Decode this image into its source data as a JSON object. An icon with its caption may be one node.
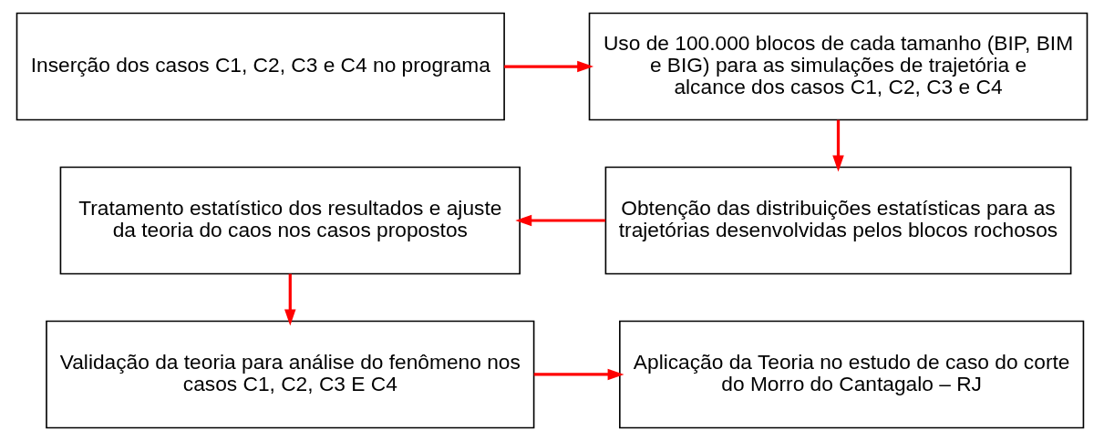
{
  "diagram": {
    "nodes": [
      {
        "text": [
          "Inserção dos casos C1, C2, C3 e C4 no programa"
        ]
      },
      {
        "text": [
          "Uso de 100.000 blocos de cada tamanho (BIP, BIM e BIG) para as simulações de trajetória e alcance dos casos C1, C2, C3 e C4"
        ]
      },
      {
        "text": [
          "Obtenção das distribuições estatísticas para as trajetórias desenvolvidas pelos blocos rochosos"
        ]
      },
      {
        "text": [
          "Tratamento estatístico dos resultados e ajuste da teoria do caos nos casos propostos"
        ]
      },
      {
        "text": [
          "Validação da teoria para análise do fenômeno nos casos C1, C2, C3 E C4"
        ]
      },
      {
        "text": [
          "Aplicação da Teoria no estudo de caso do corte do Morro do Cantagalo – RJ"
        ]
      }
    ],
    "edges": [
      {
        "from": 0,
        "to": 1,
        "arrow": "to",
        "color": "#ff0000"
      },
      {
        "from": 1,
        "to": 2,
        "arrow": "to",
        "color": "#ff0000"
      },
      {
        "from": 2,
        "to": 3,
        "arrow": "to",
        "color": "#ff0000"
      },
      {
        "from": 3,
        "to": 4,
        "arrow": "to",
        "color": "#ff0000"
      },
      {
        "from": 4,
        "to": 5,
        "arrow": "to",
        "color": "#ff0000"
      }
    ]
  }
}
